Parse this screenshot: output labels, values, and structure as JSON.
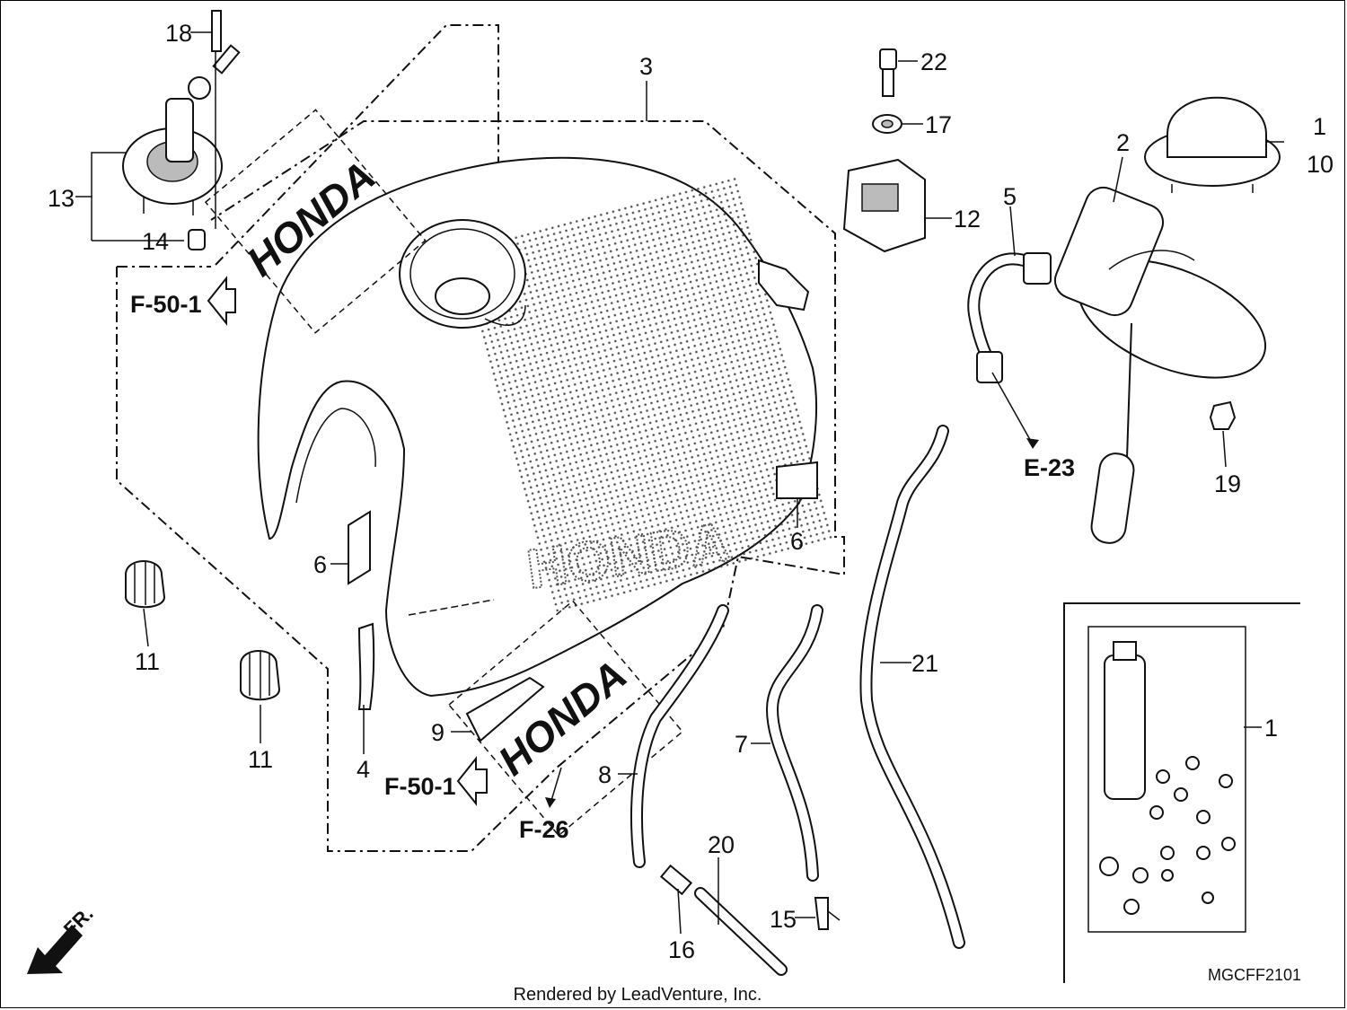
{
  "callouts": [
    {
      "id": "c1a",
      "label": "1"
    },
    {
      "id": "c10",
      "label": "10"
    },
    {
      "id": "c2",
      "label": "2"
    },
    {
      "id": "c3",
      "label": "3"
    },
    {
      "id": "c4",
      "label": "4"
    },
    {
      "id": "c5",
      "label": "5"
    },
    {
      "id": "c6a",
      "label": "6"
    },
    {
      "id": "c6b",
      "label": "6"
    },
    {
      "id": "c7",
      "label": "7"
    },
    {
      "id": "c8",
      "label": "8"
    },
    {
      "id": "c9",
      "label": "9"
    },
    {
      "id": "c11a",
      "label": "11"
    },
    {
      "id": "c11b",
      "label": "11"
    },
    {
      "id": "c12",
      "label": "12"
    },
    {
      "id": "c13",
      "label": "13"
    },
    {
      "id": "c14",
      "label": "14"
    },
    {
      "id": "c15",
      "label": "15"
    },
    {
      "id": "c16",
      "label": "16"
    },
    {
      "id": "c17",
      "label": "17"
    },
    {
      "id": "c18",
      "label": "18"
    },
    {
      "id": "c19",
      "label": "19"
    },
    {
      "id": "c20",
      "label": "20"
    },
    {
      "id": "c21",
      "label": "21"
    },
    {
      "id": "c22",
      "label": "22"
    },
    {
      "id": "c1b",
      "label": "1"
    }
  ],
  "references": {
    "f50_top": "F-50-1",
    "f50_bottom": "F-50-1",
    "f26": "F-26",
    "e23": "E-23"
  },
  "direction_label": "FR.",
  "diagram_code": "MGCFF2101",
  "credit": "Rendered by LeadVenture, Inc.",
  "decals": {
    "tank_top": "HONDA",
    "tank_side": "HONDA",
    "tank_wing": "HONDA"
  },
  "icons": {
    "front_arrow": "front-direction-arrow-icon",
    "ref_arrow": "reference-arrow-icon"
  }
}
